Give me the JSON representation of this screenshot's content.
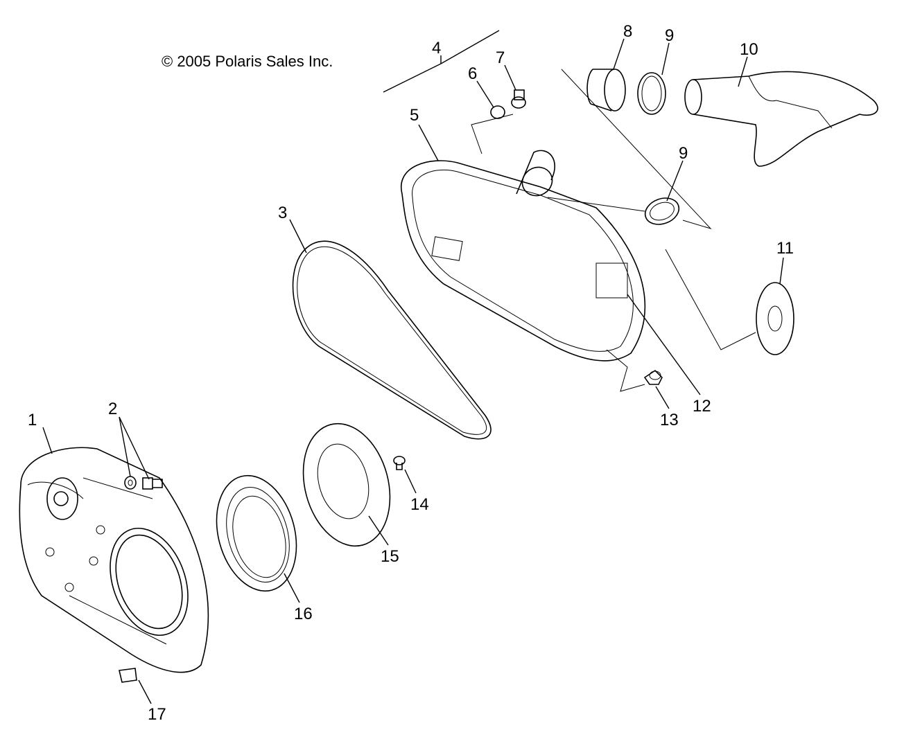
{
  "copyright": "© 2005 Polaris Sales Inc.",
  "callouts": [
    {
      "id": "1"
    },
    {
      "id": "2"
    },
    {
      "id": "3"
    },
    {
      "id": "4"
    },
    {
      "id": "5"
    },
    {
      "id": "6"
    },
    {
      "id": "7"
    },
    {
      "id": "8"
    },
    {
      "id": "9"
    },
    {
      "id": "10"
    },
    {
      "id": "9"
    },
    {
      "id": "11"
    },
    {
      "id": "12"
    },
    {
      "id": "13"
    },
    {
      "id": "14"
    },
    {
      "id": "15"
    },
    {
      "id": "16"
    },
    {
      "id": "17"
    }
  ]
}
